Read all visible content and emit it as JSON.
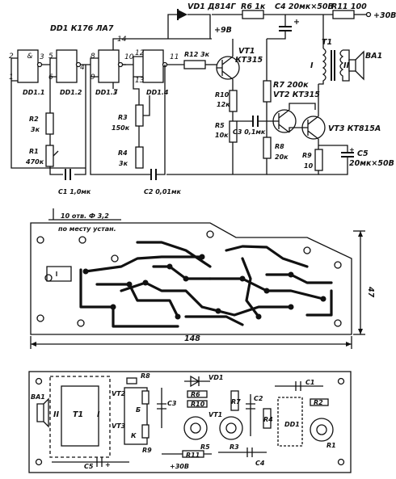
{
  "schematic": {
    "ic_label": "DD1 К176 ЛА7",
    "gates": [
      "DD1.1",
      "DD1.2",
      "DD1.3",
      "DD1.4"
    ],
    "pins": {
      "g1_in_a": "2",
      "g1_in_b": "1",
      "g1_out": "3",
      "g2_in_a": "5",
      "g2_in_b": "6",
      "g2_out": "4",
      "g3_in_a": "8",
      "g3_in_b": "9",
      "g3_out": "10",
      "g3_gnd": "7",
      "g4_in_a": "12",
      "g4_in_b": "13",
      "g4_out": "11",
      "vcc": "14"
    },
    "vd1": "VD1 Д814Г",
    "r6": "R6 1к",
    "c4": "C4 20мк×50В",
    "r11": "R11 100",
    "supply": "+30В",
    "plus9": "+9В",
    "r12": "R12 3к",
    "vt1": "VT1",
    "vt1_type": "КТ315",
    "r10": "R10",
    "r10_val": "12к",
    "r5": "R5",
    "r5_val": "10к",
    "c3": "C3 0,1мк",
    "r7": "R7 200к",
    "vt2": "VT2 КТ315",
    "vt3": "VT3 КТ815А",
    "r8": "R8",
    "r8_val": "20к",
    "r9": "R9",
    "r9_val": "10",
    "c5": "C5",
    "c5_val": "20мк×50В",
    "t1": "T1",
    "t1_primary": "I",
    "t1_secondary": "II",
    "ba1": "BA1",
    "r2": "R2",
    "r2_val": "3к",
    "r1": "R1",
    "r1_val": "470к",
    "c1": "C1  1,0мк",
    "r3": "R3",
    "r3_val": "150к",
    "r4": "R4",
    "r4_val": "3к",
    "c2": "C2  0,01мк"
  },
  "pcb": {
    "holes_note_line1": "10 отв. Ф 3,2",
    "holes_note_line2": "по месту устан.",
    "width_dim": "148",
    "height_dim": "47"
  },
  "layout": {
    "labels": [
      "R8",
      "VD1",
      "C1",
      "BA1",
      "VT2",
      "R6",
      "R7",
      "R10",
      "R2",
      "C3",
      "C2",
      "II",
      "T1",
      "I",
      "VT3",
      "Б",
      "К",
      "R9",
      "VT1",
      "DD1",
      "R4",
      "R3",
      "R5",
      "R1",
      "R11",
      "C5",
      "+30В",
      "C4"
    ]
  }
}
